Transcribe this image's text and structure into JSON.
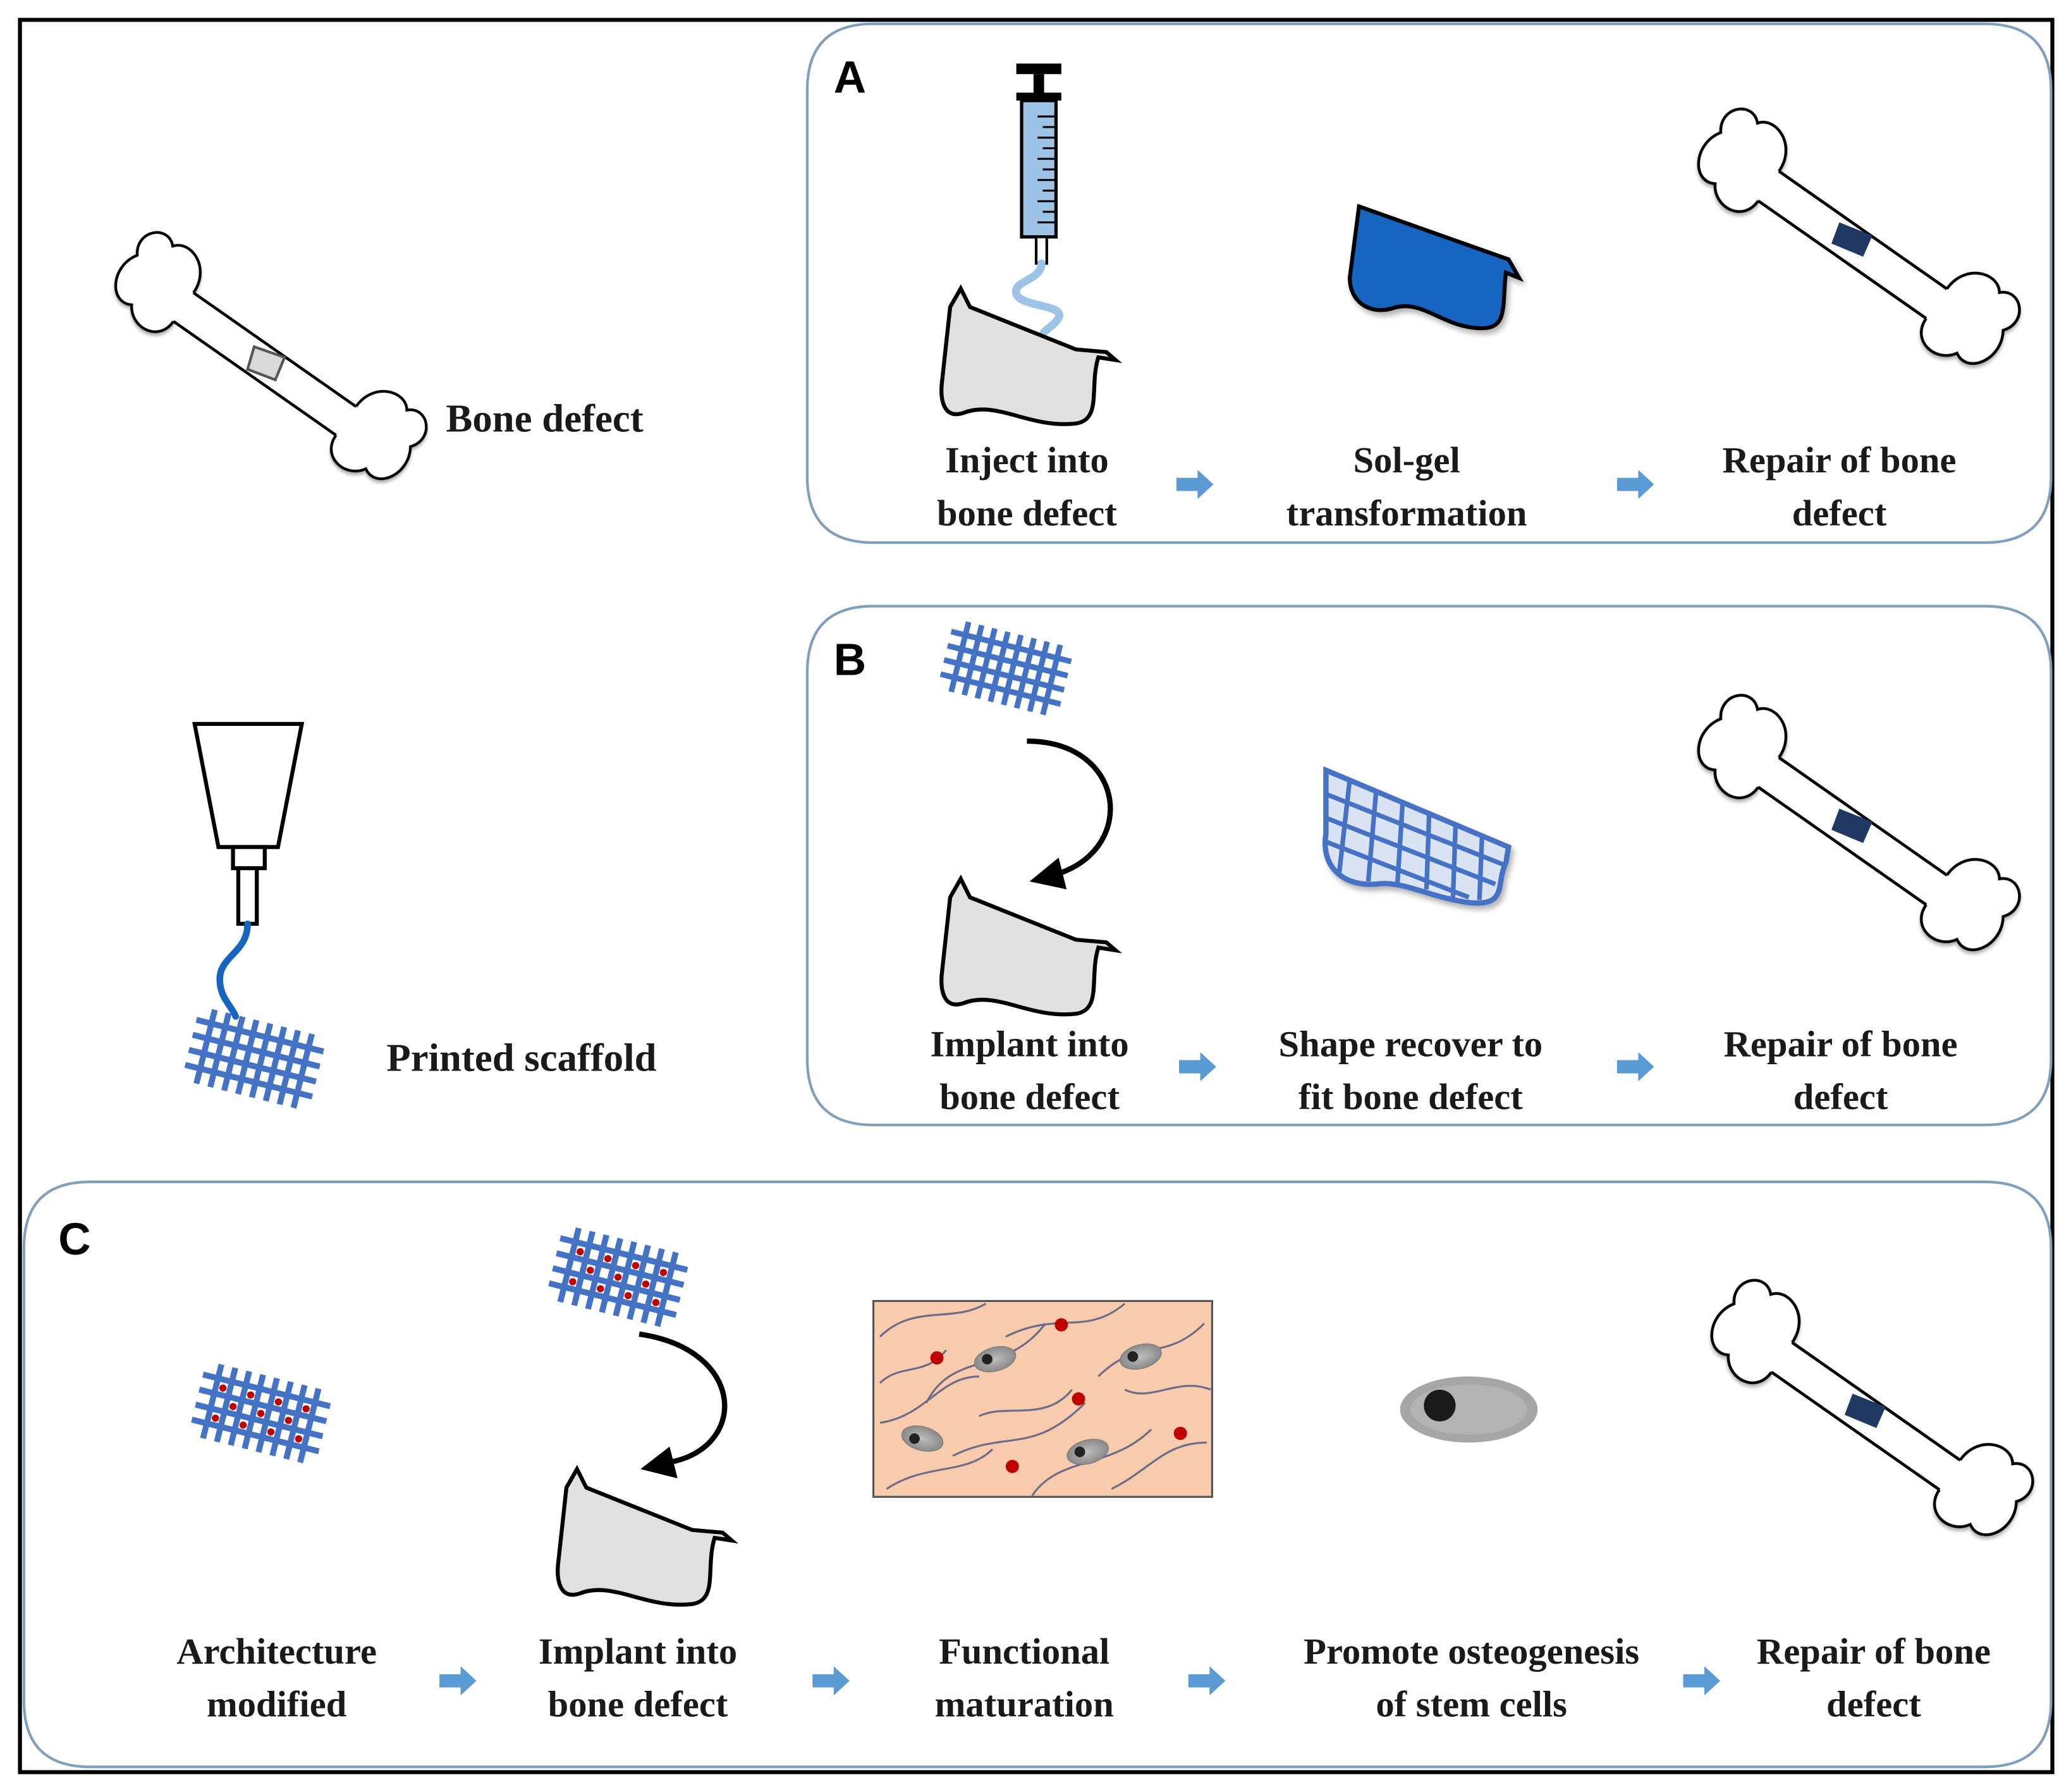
{
  "left": {
    "bone_defect_label": "Bone defect",
    "printed_scaffold_label": "Printed scaffold"
  },
  "panel_a": {
    "letter": "A",
    "step1": [
      "Inject into",
      "bone defect"
    ],
    "step2": [
      "Sol-gel",
      "transformation"
    ],
    "step3": [
      "Repair of bone",
      "defect"
    ]
  },
  "panel_b": {
    "letter": "B",
    "step1": [
      "Implant into",
      "bone defect"
    ],
    "step2": [
      "Shape recover to",
      "fit bone defect"
    ],
    "step3": [
      "Repair of bone",
      "defect"
    ]
  },
  "panel_c": {
    "letter": "C",
    "step1": [
      "Architecture",
      "modified"
    ],
    "step2": [
      "Implant into",
      "bone defect"
    ],
    "step3": [
      "Functional",
      "maturation"
    ],
    "step4": [
      "Promote osteogenesis",
      "of stem cells"
    ],
    "step5": [
      "Repair of bone",
      "defect"
    ]
  },
  "colors": {
    "panel_border": "#7f9fbf",
    "arrow": "#5b9bd5",
    "scaffold": "#4472c4",
    "gel": "#1565c0",
    "repair_patch": "#1f3864",
    "defect_fill": "#e0e0e0",
    "tissue_bg": "#f8cbad",
    "red_dot": "#c00000"
  },
  "icons": [
    "bone-icon",
    "syringe-icon",
    "bioprinter-nozzle-icon",
    "scaffold-icon",
    "bone-defect-fragment-icon",
    "gel-icon",
    "curved-arrow-icon",
    "flow-arrow-icon",
    "tissue-icon",
    "stem-cell-icon"
  ]
}
